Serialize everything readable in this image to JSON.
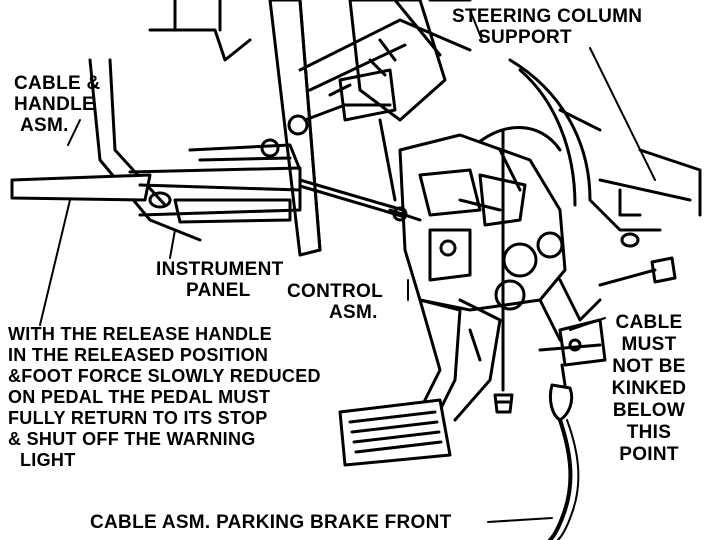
{
  "labels": {
    "steering_column_support": [
      "STEERING COLUMN",
      "SUPPORT"
    ],
    "cable_handle_asm": [
      "CABLE &",
      "HANDLE",
      "ASM."
    ],
    "instrument_panel": [
      "INSTRUMENT",
      "PANEL"
    ],
    "control_asm": [
      "CONTROL",
      "ASM."
    ],
    "release_note": [
      "WITH THE RELEASE HANDLE",
      "IN THE RELEASED POSITION",
      "&FOOT FORCE SLOWLY REDUCED",
      "ON PEDAL THE PEDAL MUST",
      "FULLY RETURN TO ITS STOP",
      "& SHUT OFF THE WARNING",
      "LIGHT"
    ],
    "cable_note": [
      "CABLE",
      "MUST",
      "NOT BE",
      "KINKED",
      "BELOW",
      "THIS",
      "POINT"
    ],
    "cable_front": "CABLE ASM. PARKING BRAKE FRONT"
  },
  "colors": {
    "ink": "#000000",
    "paper": "#ffffff"
  }
}
